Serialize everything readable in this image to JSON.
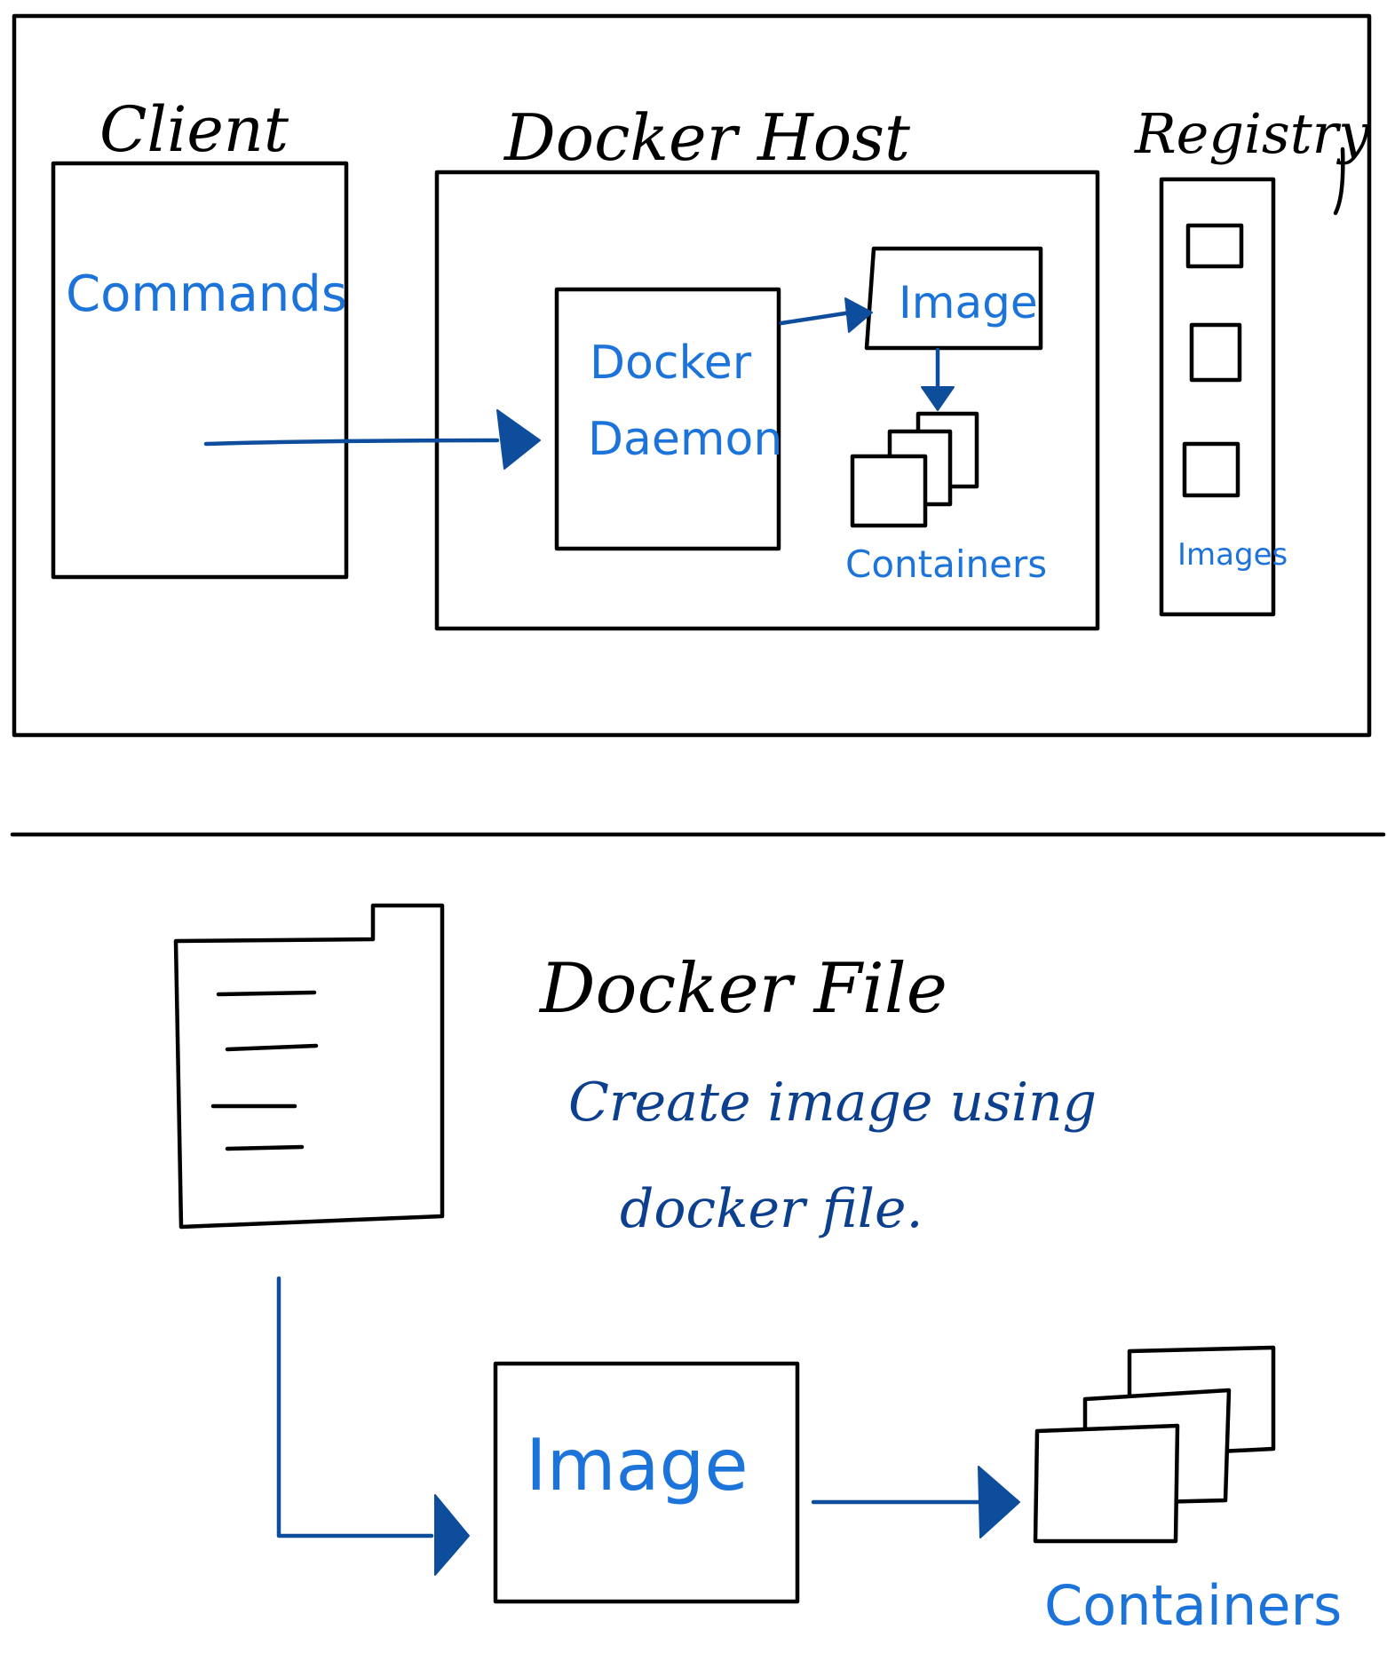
{
  "architecture": {
    "client_label": "Client",
    "commands_label": "Commands",
    "host_label": "Docker Host",
    "daemon_line1": "Docker",
    "daemon_line2": "Daemon",
    "image_label": "Image",
    "containers_label": "Containers",
    "registry_label": "Registry",
    "registry_images_label": "Images"
  },
  "dockerfile": {
    "title": "Docker File",
    "desc_line1": "Create image using",
    "desc_line2": "docker file.",
    "image_label": "Image",
    "containers_label": "Containers"
  },
  "colors": {
    "ink": "#000000",
    "label_blue": "#1c73d9",
    "arrow_navy": "#0d4d9c"
  }
}
